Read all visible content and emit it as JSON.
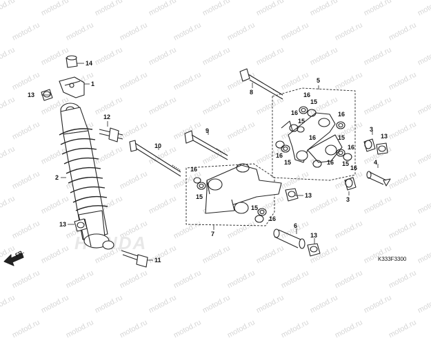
{
  "watermark": "motod.ru",
  "brand_logo": "HONDA",
  "direction_label": "FR.",
  "diagram_code": "K333F3300",
  "callouts": {
    "c1": "1",
    "c2": "2",
    "c3a": "3",
    "c3b": "3",
    "c4": "4",
    "c5": "5",
    "c6": "6",
    "c7": "7",
    "c8": "8",
    "c9": "9",
    "c10": "10",
    "c11": "11",
    "c12": "12",
    "c13a": "13",
    "c13b": "13",
    "c13c": "13",
    "c13d": "13",
    "c13e": "13",
    "c14": "14",
    "c15a": "15",
    "c15b": "15",
    "c15c": "15",
    "c15d": "15",
    "c15e": "15",
    "c15f": "15",
    "c15g": "15",
    "c16a": "16",
    "c16b": "16",
    "c16c": "16",
    "c16d": "16",
    "c16e": "16",
    "c16f": "16",
    "c16g": "16",
    "c16h": "16",
    "c16i": "16",
    "c16j": "16"
  },
  "colors": {
    "line": "#222222",
    "watermark": "#d6d6d6",
    "logo": "#e8e8e8"
  }
}
